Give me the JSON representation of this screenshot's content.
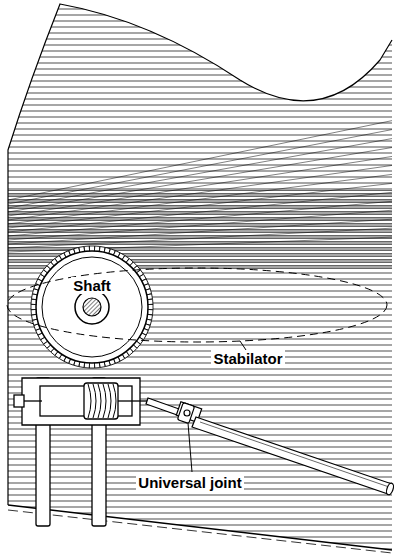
{
  "diagram": {
    "labels": [
      "Shaft",
      "Stabilator",
      "Universal joint"
    ]
  }
}
